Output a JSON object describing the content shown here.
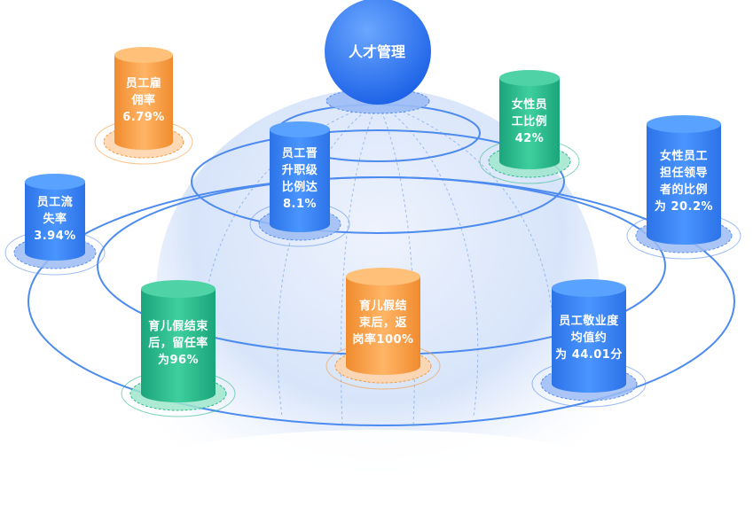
{
  "center": {
    "title": "人才管理"
  },
  "cylinders": [
    {
      "id": "hire",
      "color": "orange",
      "lines": [
        "员工雇",
        "佣率",
        "6.79%"
      ]
    },
    {
      "id": "female",
      "color": "green",
      "lines": [
        "女性员",
        "工比例",
        "42%"
      ]
    },
    {
      "id": "promote",
      "color": "blue",
      "lines": [
        "员工晋",
        "升职级",
        "比例达",
        "8.1%"
      ]
    },
    {
      "id": "turnover",
      "color": "blue",
      "lines": [
        "员工流",
        "失率",
        "3.94%"
      ]
    },
    {
      "id": "female-lead",
      "color": "blue",
      "lines": [
        "女性员工",
        "担任领导",
        "者的比例",
        "为 20.2%"
      ]
    },
    {
      "id": "retention",
      "color": "green",
      "lines": [
        "育儿假结束",
        "后，留任率",
        "为96%"
      ]
    },
    {
      "id": "return",
      "color": "orange",
      "lines": [
        "育儿假结",
        "束后，返",
        "岗率100%"
      ]
    },
    {
      "id": "engage",
      "color": "blue",
      "lines": [
        "员工敬业度",
        "均值约",
        "为 44.01分"
      ]
    }
  ],
  "palette": {
    "blue": "#2f7df0",
    "blue_light": "#5aa2ff",
    "green": "#22b486",
    "green_light": "#4fd3a6",
    "orange": "#f59a3c",
    "orange_light": "#ffc07a",
    "sphere": "#dfe9fb",
    "ring": "#4d8bf0"
  }
}
